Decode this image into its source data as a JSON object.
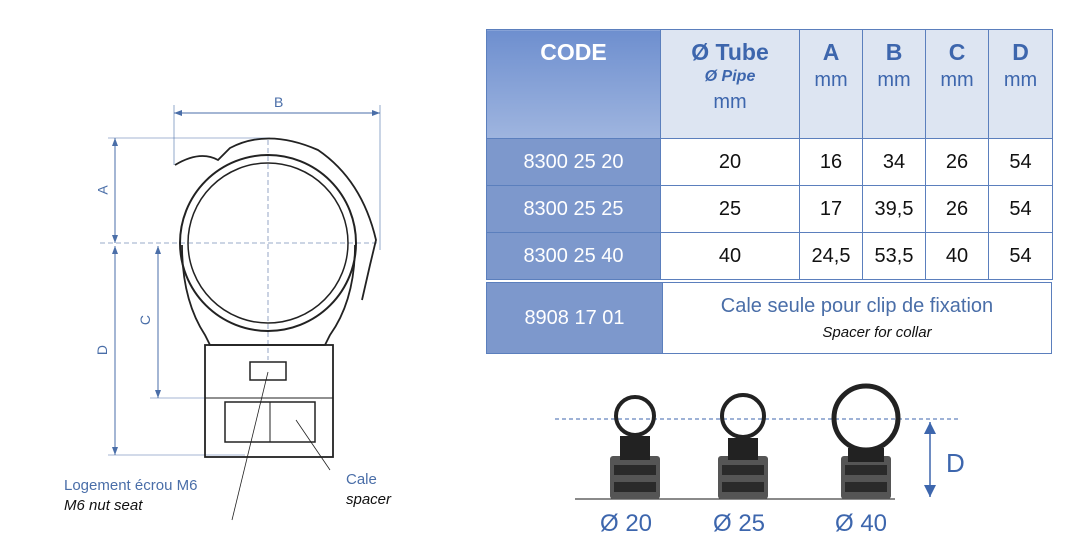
{
  "drawing": {
    "dim_b": "B",
    "dim_a": "A",
    "dim_c": "C",
    "dim_d": "D",
    "nut_seat_fr": "Logement écrou M6",
    "nut_seat_en": "M6 nut seat",
    "spacer_fr": "Cale",
    "spacer_en": "spacer"
  },
  "table": {
    "headers": {
      "code": "CODE",
      "tube": "Ø Tube",
      "pipe": "Ø Pipe",
      "tube_unit": "mm",
      "a": "A",
      "a_unit": "mm",
      "b": "B",
      "b_unit": "mm",
      "c": "C",
      "c_unit": "mm",
      "d": "D",
      "d_unit": "mm"
    },
    "rows": [
      {
        "code": "8300 25 20",
        "tube": "20",
        "a": "16",
        "b": "34",
        "c": "26",
        "d": "54"
      },
      {
        "code": "8300 25 25",
        "tube": "25",
        "a": "17",
        "b": "39,5",
        "c": "26",
        "d": "54"
      },
      {
        "code": "8300 25 40",
        "tube": "40",
        "a": "24,5",
        "b": "53,5",
        "c": "40",
        "d": "54"
      }
    ]
  },
  "spacer_row": {
    "code": "8908 17 01",
    "desc_fr": "Cale seule pour clip de fixation",
    "desc_en": "Spacer for collar"
  },
  "photo": {
    "sizes": [
      "Ø 20",
      "Ø 25",
      "Ø 40"
    ],
    "dim_d": "D"
  }
}
